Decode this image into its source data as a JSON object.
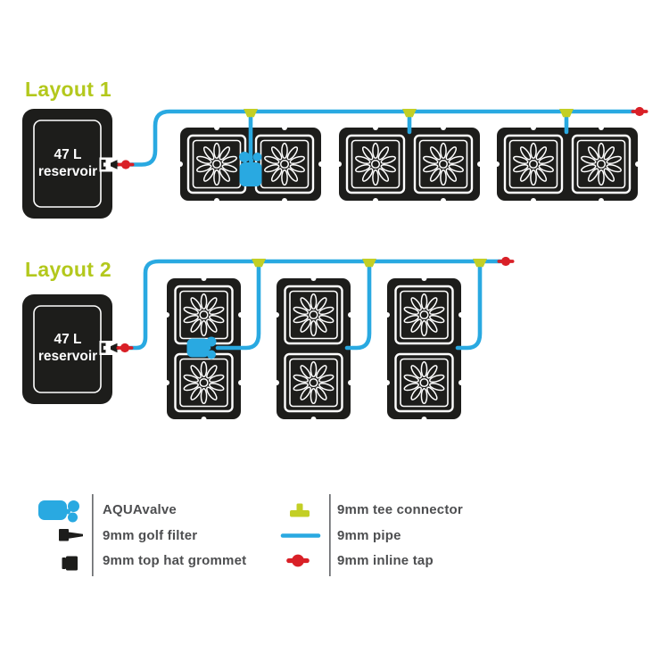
{
  "layouts": [
    {
      "title": "Layout 1",
      "reservoir": {
        "line1": "47 L",
        "line2": "reservoir"
      },
      "orientation": "horizontal",
      "tray_count": 3,
      "pots_per_tray": 2
    },
    {
      "title": "Layout 2",
      "reservoir": {
        "line1": "47 L",
        "line2": "reservoir"
      },
      "orientation": "vertical",
      "tray_count": 3,
      "pots_per_tray": 2
    }
  ],
  "legend": {
    "left": [
      {
        "icon": "aquavalve-icon",
        "label": "AQUAvalve"
      },
      {
        "icon": "golf-filter-icon",
        "label": "9mm golf filter"
      },
      {
        "icon": "top-hat-grommet-icon",
        "label": "9mm top hat grommet"
      }
    ],
    "right": [
      {
        "icon": "tee-connector-icon",
        "label": "9mm tee connector"
      },
      {
        "icon": "pipe-icon",
        "label": "9mm pipe"
      },
      {
        "icon": "inline-tap-icon",
        "label": "9mm inline tap"
      }
    ]
  },
  "colors": {
    "black": "#1d1d1b",
    "blue": "#29a9e1",
    "red": "#d92027",
    "green": "#b3c81c",
    "tee": "#c3cf25",
    "label": "#4d4e50",
    "divider": "#6d6e71"
  }
}
